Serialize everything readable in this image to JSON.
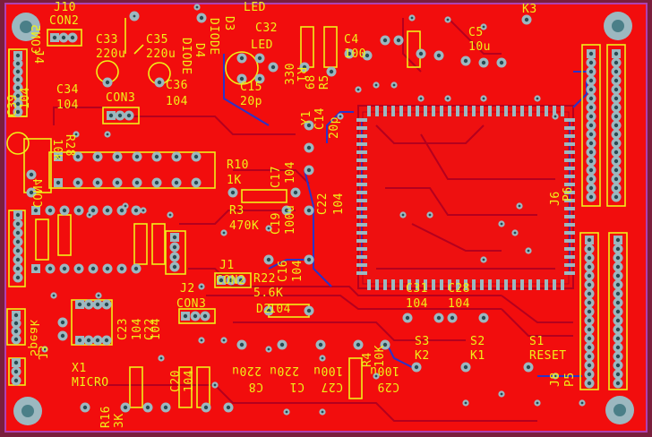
{
  "board": {
    "colors": {
      "background": "#7a1e3c",
      "copper": "#f20d0d",
      "track": "#b5001e",
      "bottom_track": "#2a33c8",
      "silkscreen": "#f0f018",
      "pad": "#9cb8c0",
      "pad_hole": "#2a4a52",
      "outline": "#b040b0"
    },
    "icons": [
      "mounting-hole-icon",
      "via-icon",
      "pad-icon",
      "ic-footprint-icon"
    ]
  },
  "labels": {
    "j10": "J10",
    "con2_a": "CON2",
    "c33": "C33",
    "c33_val": "220u",
    "c35": "C35",
    "c35_val": "220u",
    "d4": "D4",
    "diode": "DIODE",
    "led": "LED",
    "d3": "D3",
    "diode_b": "DIODE",
    "c32": "C32",
    "led_b": "LED",
    "c4": "C4",
    "c4_val": "100",
    "c5": "C5",
    "c5_val": "10u",
    "k3": "K3",
    "j4": "J4",
    "con5": "CON5",
    "c34": "C34",
    "c34_val": "104",
    "con3_a": "CON3",
    "c36": "C36",
    "c36_val": "104",
    "c15": "C15",
    "c15_val": "20p",
    "r1": "R1",
    "r1_val": "330",
    "r5": "R5",
    "r5_val": "68",
    "y1": "Y1",
    "c14": "C14",
    "c14_val": "20p",
    "c39": "C39",
    "c39_val": "104",
    "r28": "R28",
    "r28_val": "10k",
    "r10": "R10",
    "r10_val": "1K",
    "r3": "R3",
    "r3_val": "470K",
    "c17": "C17",
    "c17_val": "104",
    "c22": "C22",
    "c22_val": "104",
    "c19": "C19",
    "c19_val": "100u",
    "c16": "C16",
    "c16_val": "104",
    "j6": "J6",
    "p6": "P6",
    "con4": "CON4",
    "j1": "J1",
    "con2_b": "CON2",
    "r22": "R22",
    "r22_val": "5.6K",
    "d2": "D2",
    "d2_val": "104",
    "j2": "J2",
    "con3_b": "CON3",
    "c23": "C23",
    "c23_val": "104",
    "c22b": "C22",
    "c22b_val": "104",
    "c31": "C31",
    "c31_val": "104",
    "c28": "C28",
    "c28_val": "104",
    "s3": "S3",
    "k2": "K2",
    "s2": "S2",
    "k1": "K1",
    "s1": "S1",
    "reset": "RESET",
    "j3": "J3",
    "speak": "Speak",
    "x1": "X1",
    "micro": "MICRO",
    "r16": "R16",
    "r16_val": "3K",
    "c1": "C1",
    "c1_val": "220u",
    "c27": "C27",
    "c27_val": "100u",
    "c29": "C29",
    "c29_val": "100u",
    "r4": "R4",
    "r4_val": "10K",
    "c8": "C8",
    "c8_val": "220u",
    "j8": "J8",
    "p5": "P5",
    "c20": "C20",
    "c20_val": "104"
  }
}
